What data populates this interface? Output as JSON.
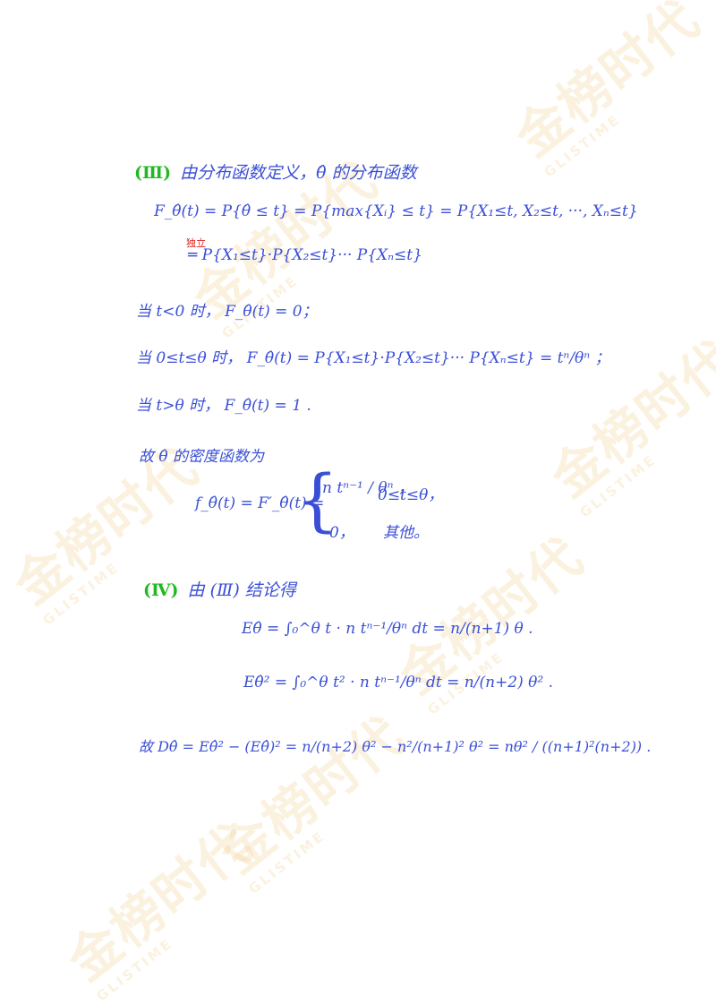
{
  "watermark": {
    "main": "金榜时代",
    "sub": "GLISTIME"
  },
  "part3": {
    "marker": "(Ⅲ)",
    "intro": "由分布函数定义，θ̂ 的分布函数",
    "line1": "F_θ̂(t) = P{θ̂ ≤ t} = P{max{Xᵢ} ≤ t} = P{X₁≤t, X₂≤t, ···, Xₙ≤t}",
    "independence_note": "独立",
    "line2": "═ P{X₁≤t}·P{X₂≤t}··· P{Xₙ≤t}",
    "case1": "当 t<0 时，   F_θ̂(t) = 0；",
    "case2": "当 0≤t≤θ 时，   F_θ̂(t) = P{X₁≤t}·P{X₂≤t}··· P{Xₙ≤t} = tⁿ/θⁿ ；",
    "case3": "当 t>θ 时，  F_θ̂(t) = 1 .",
    "density_intro": "故 θ̂ 的密度函数为",
    "density_lhs": "f_θ̂(t) = F′_θ̂(t) =",
    "density_case1_expr": "n tⁿ⁻¹ / θⁿ ，",
    "density_case1_cond": "0≤t≤θ，",
    "density_case2_expr": "0，",
    "density_case2_cond": "其他。"
  },
  "part4": {
    "marker": "(Ⅳ)",
    "intro": "由 (Ⅲ) 结论得",
    "expectation": "Eθ̂ = ∫₀^θ t · n tⁿ⁻¹/θⁿ dt = n/(n+1) θ .",
    "second_moment": "Eθ̂² = ∫₀^θ t² · n tⁿ⁻¹/θⁿ dt = n/(n+2) θ² .",
    "variance": "故   Dθ̂ = Eθ̂² − (Eθ̂)² = n/(n+2) θ² − n²/(n+1)² θ² = nθ² / ((n+1)²(n+2)) ."
  }
}
